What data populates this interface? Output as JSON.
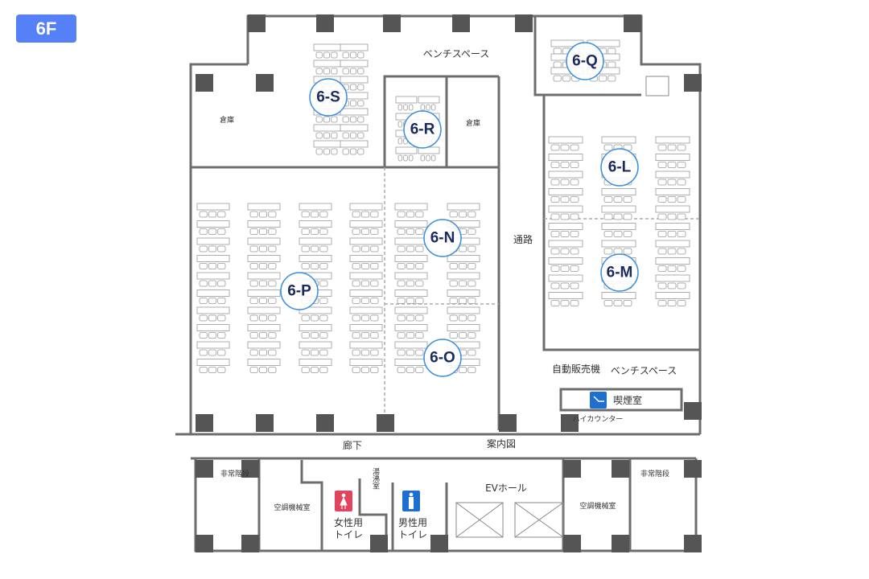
{
  "floor": "6F",
  "rooms": {
    "s": "6-S",
    "r": "6-R",
    "q": "6-Q",
    "l": "6-L",
    "n": "6-N",
    "p": "6-P",
    "m": "6-M",
    "o": "6-O"
  },
  "labels": {
    "bench_top": "ベンチスペース",
    "storage_left": "倉庫",
    "storage_right": "倉庫",
    "passage": "通路",
    "vending": "自動販売機",
    "bench_right": "ベンチスペース",
    "smoking": "喫煙室",
    "high_counter": "ハイカウンター",
    "corridor": "廊下",
    "guide_map": "案内図",
    "stairs_left": "非常階段",
    "stairs_right": "非常階段",
    "ac_left": "空調機械室",
    "ac_right": "空調機械室",
    "kettle": "湯沸室",
    "womens_1": "女性用",
    "womens_2": "トイレ",
    "mens_1": "男性用",
    "mens_2": "トイレ",
    "ev_hall": "EVホール"
  },
  "colors": {
    "badge": "#5580f8",
    "room_text": "#1b2a5c",
    "room_ring": "#3b8ee0",
    "womens": "#e0455e",
    "mens": "#1e6fd0",
    "smoking": "#1e6fd0"
  }
}
